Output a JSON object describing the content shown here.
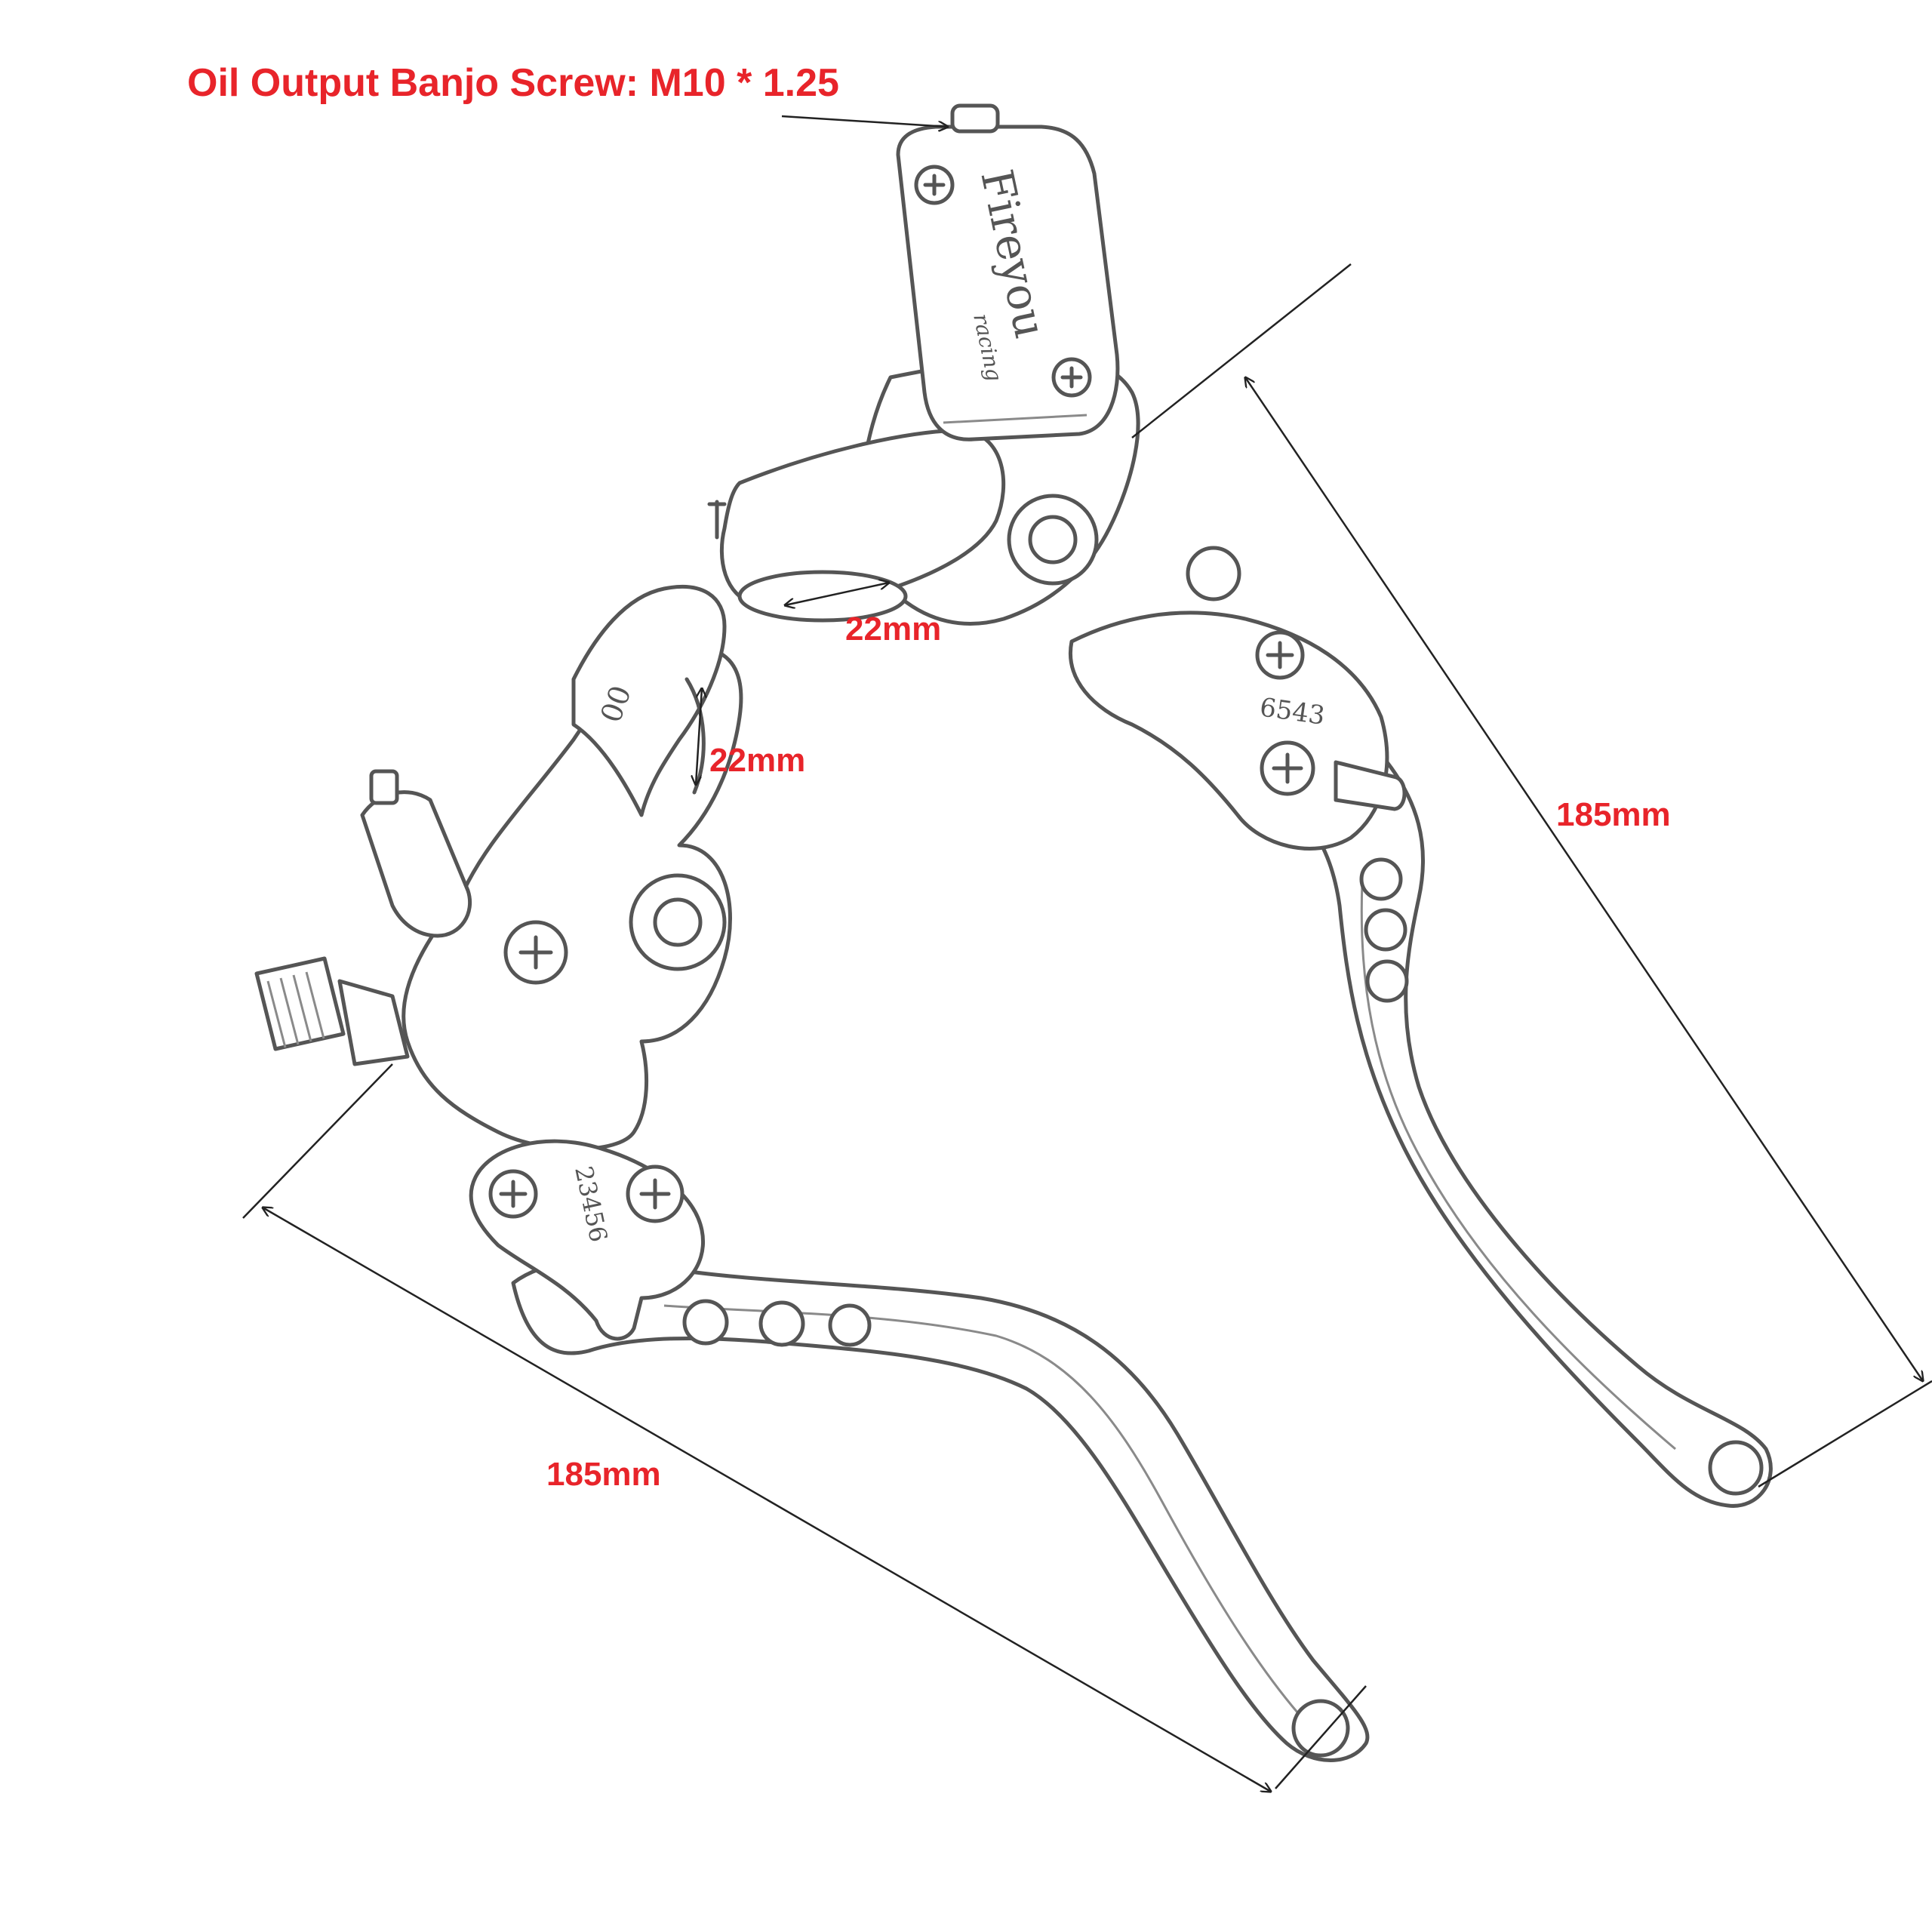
{
  "labels": {
    "banjo_screw": "Oil Output Banjo Screw: M10 * 1.25",
    "clamp_diameter_brake": "22mm",
    "clamp_diameter_clutch": "22mm",
    "lever_length_brake": "185mm",
    "lever_length_clutch": "185mm"
  },
  "engravings": {
    "brand": "Fireyou",
    "brand_sub": "racing",
    "brake_adjuster_numbers": "6543",
    "clutch_adjuster_numbers": "23456",
    "clutch_housing_mark": "00"
  },
  "colors": {
    "label": "#e8242a",
    "part_outline": "#555555",
    "dimension_line": "#222222",
    "background": "#ffffff"
  }
}
